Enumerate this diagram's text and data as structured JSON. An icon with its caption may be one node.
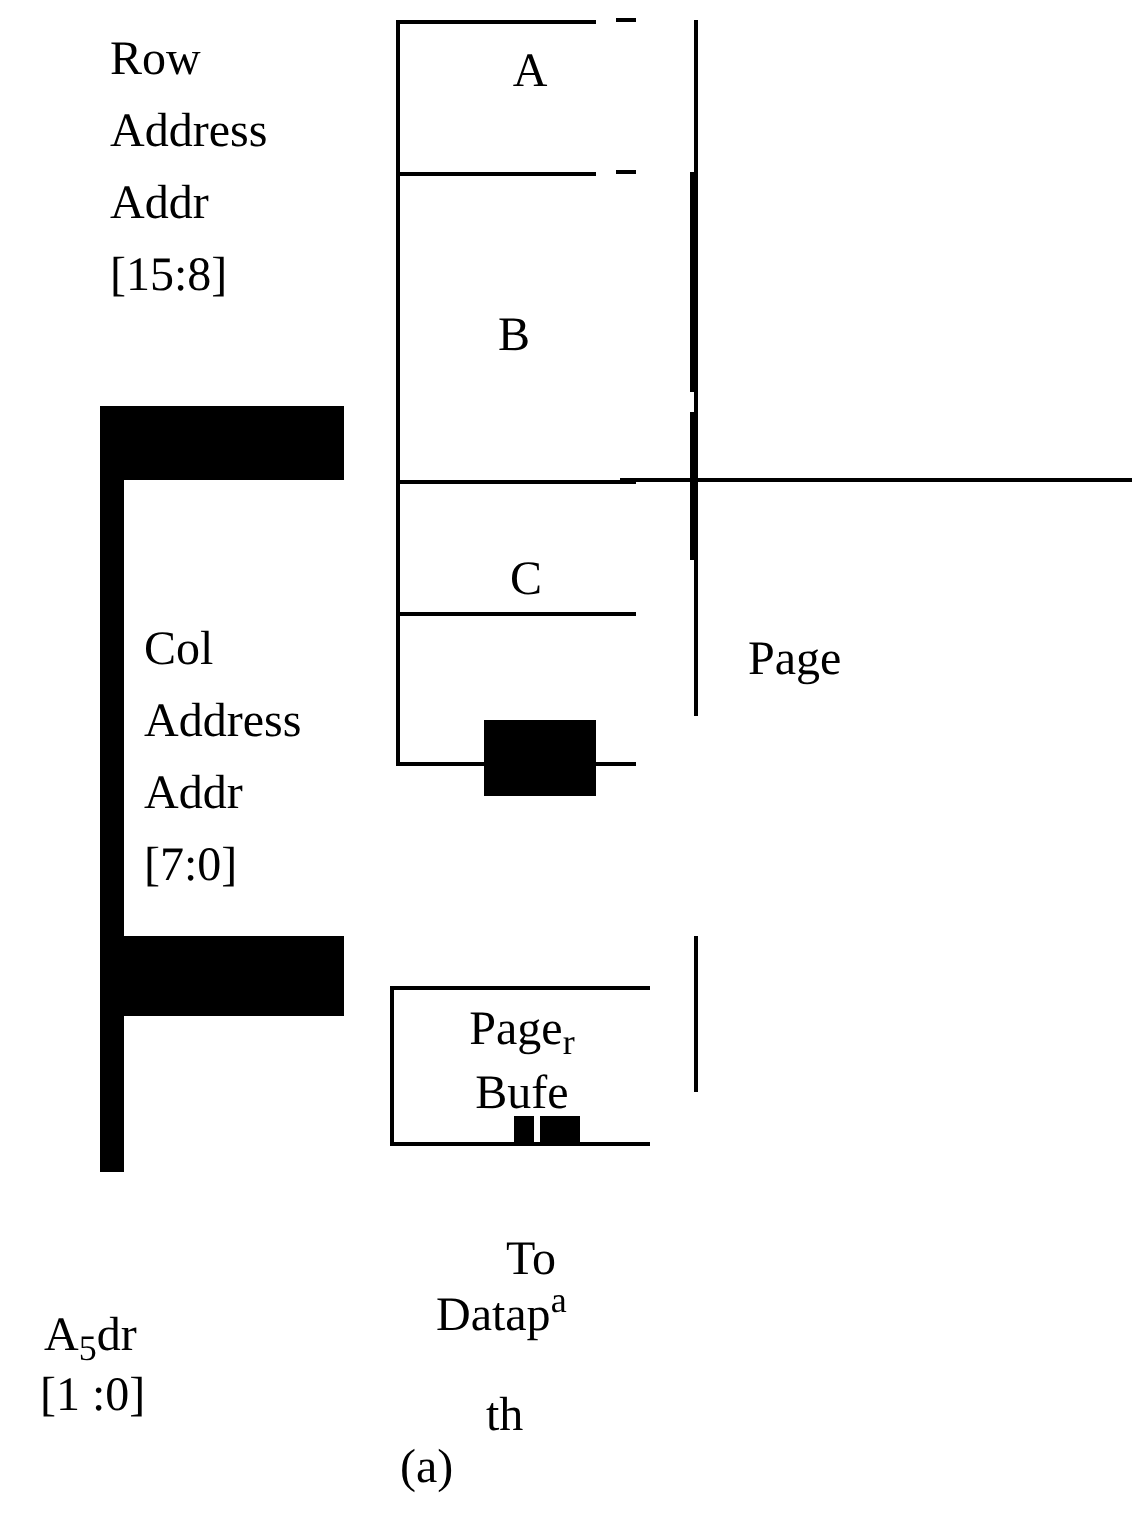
{
  "diagram": {
    "caption": "(a)",
    "nodes": [
      {
        "text": [
          "A"
        ]
      },
      {
        "text": [
          "B"
        ]
      },
      {
        "text": [
          "C"
        ]
      },
      {
        "text": [],
        "shape": "box"
      },
      {
        "text": [
          "Page$_{r}$",
          "Bufe"
        ]
      }
    ],
    "labels": [
      "Row Address Addr [15:8]",
      "Col Address Addr [7:0]",
      "Page",
      "To",
      "Datap$^{a}$",
      "th",
      "A$_{5}$dr",
      "[1 :0]"
    ]
  }
}
